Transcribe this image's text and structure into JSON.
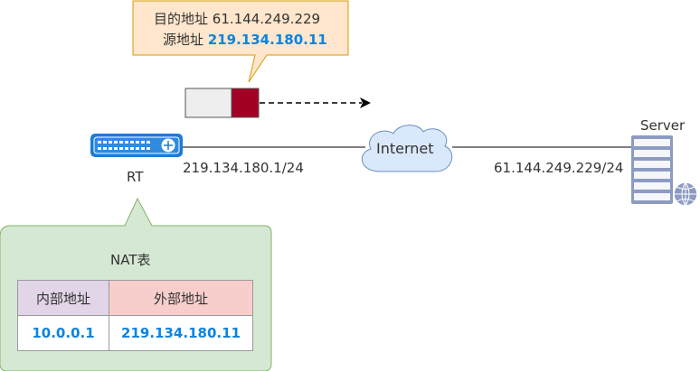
{
  "packet_callout": {
    "dst_label": "目的地址",
    "dst_ip": "61.144.249.229",
    "src_label": "源地址",
    "src_ip": "219.134.180.11"
  },
  "router": {
    "label": "RT",
    "interface_ip": "219.134.180.1/24"
  },
  "cloud": {
    "label": "Internet"
  },
  "server": {
    "label": "Server",
    "ip": "61.144.249.229/24"
  },
  "nat_table": {
    "title": "NAT表",
    "headers": [
      "内部地址",
      "外部地址"
    ],
    "rows": [
      [
        "10.0.0.1",
        "219.134.180.11"
      ]
    ]
  },
  "colors": {
    "callout_fill": "#ffe6cc",
    "callout_stroke": "#d79b00",
    "nat_fill": "#d5e8d4",
    "nat_stroke": "#82b366",
    "packet_red": "#a20025",
    "accent_blue": "#0a84e0",
    "router_blue": "#1c7bd8"
  }
}
